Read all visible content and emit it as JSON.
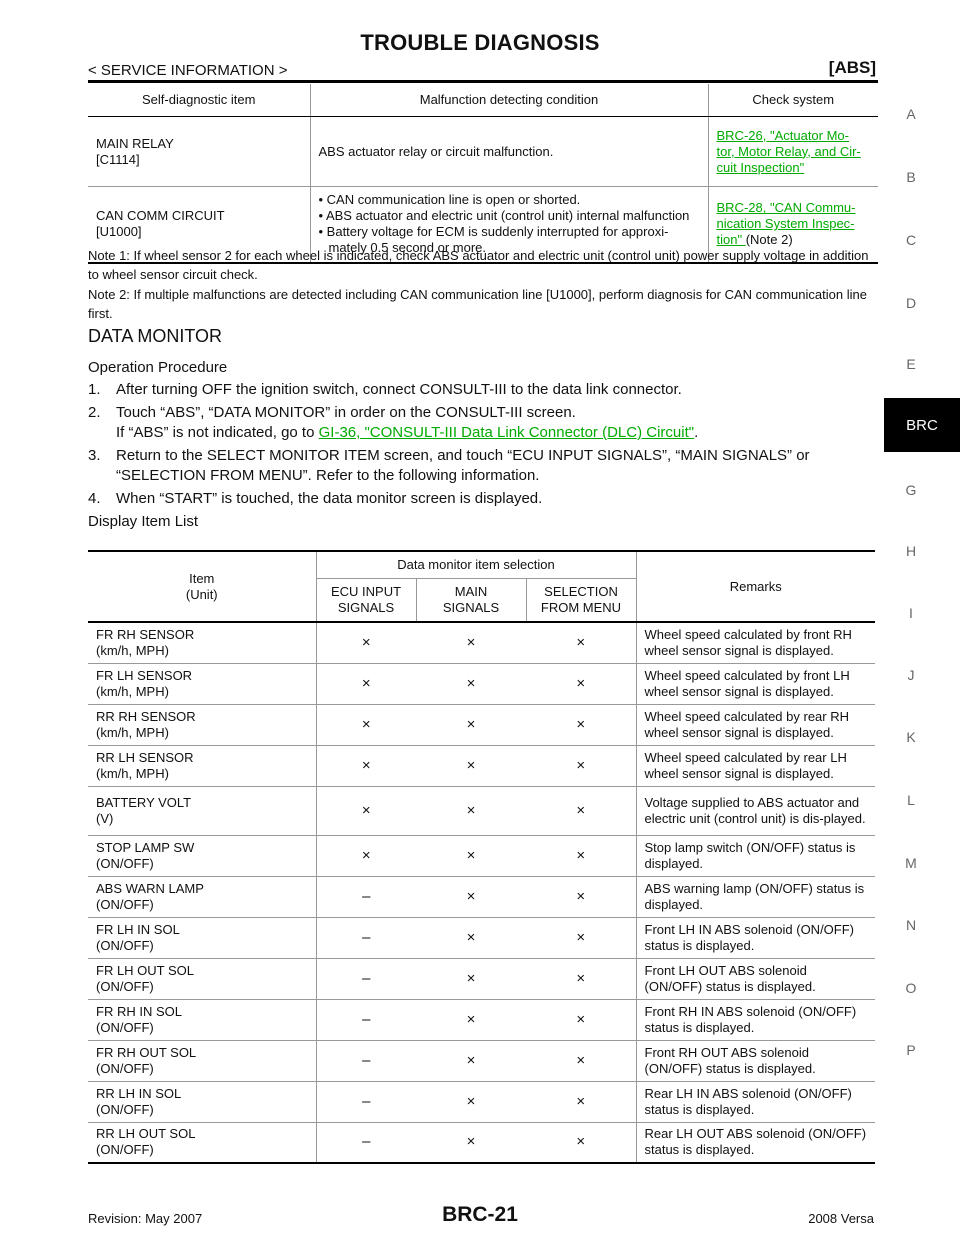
{
  "header": {
    "title": "TROUBLE DIAGNOSIS",
    "breadcrumb": "< SERVICE INFORMATION >",
    "section": "[ABS]"
  },
  "side_index": {
    "letters": [
      "A",
      "B",
      "C",
      "D",
      "E",
      "BRC",
      "G",
      "H",
      "I",
      "J",
      "K",
      "L",
      "M",
      "N",
      "O",
      "P"
    ],
    "active": "BRC"
  },
  "diag_table": {
    "headers": [
      "Self-diagnostic item",
      "Malfunction detecting condition",
      "Check system"
    ],
    "rows": [
      {
        "item_line1": "MAIN RELAY",
        "item_line2": "[C1114]",
        "condition": "ABS actuator relay or circuit malfunction.",
        "check_l1": "BRC-26, \"Actuator Mo-",
        "check_l2": "tor, Motor Relay, and Cir-",
        "check_l3": "cuit Inspection\"",
        "check_note": ""
      },
      {
        "item_line1": "CAN COMM CIRCUIT",
        "item_line2": "[U1000]",
        "cond_b1": "CAN communication line is open or shorted.",
        "cond_b2": "ABS actuator and electric unit (control unit) internal malfunction",
        "cond_b3": "Battery voltage for ECM is suddenly interrupted for approxi-",
        "cond_b3b": "mately 0.5 second or more.",
        "check_l1": "BRC-28, \"CAN Commu-",
        "check_l2": "nication System Inspec-",
        "check_l3": "tion\"",
        "check_note": " (Note 2)"
      }
    ]
  },
  "notes": {
    "note1": "Note 1: If wheel sensor 2 for each wheel is indicated, check ABS actuator and electric unit (control unit) power supply voltage in addition to wheel sensor circuit check.",
    "note2": "Note 2: If multiple malfunctions are detected including CAN communication line [U1000], perform diagnosis for CAN communication line first."
  },
  "data_monitor": {
    "heading": "DATA MONITOR",
    "subheading": "Operation Procedure",
    "steps": [
      {
        "num": "1.",
        "text": "After turning OFF the ignition switch, connect CONSULT-III to the data link connector."
      },
      {
        "num": "2.",
        "text": "Touch “ABS”, “DATA MONITOR” in order on the CONSULT-III screen.",
        "text2": "If “ABS” is not indicated, go to ",
        "link": "GI-36, \"CONSULT-III Data Link Connector (DLC) Circuit\"",
        "tail": "."
      },
      {
        "num": "3.",
        "text": "Return to the SELECT MONITOR ITEM screen, and touch “ECU INPUT SIGNALS”, “MAIN SIGNALS” or “SELECTION FROM MENU”. Refer to the following information."
      },
      {
        "num": "4.",
        "text": "When “START” is touched, the data monitor screen is displayed."
      }
    ],
    "list_title": "Display Item List"
  },
  "display_table": {
    "head_item": "Item\n(Unit)",
    "head_selection": "Data monitor item selection",
    "head_remarks": "Remarks",
    "head_ecu": "ECU INPUT\nSIGNALS",
    "head_main": "MAIN\nSIGNALS",
    "head_sel": "SELECTION\nFROM MENU",
    "rows": [
      {
        "item": "FR RH SENSOR\n  (km/h, MPH)",
        "ecu": "×",
        "main": "×",
        "sel": "×",
        "remarks": "Wheel speed calculated by front RH wheel sensor signal is displayed."
      },
      {
        "item": "FR LH SENSOR\n  (km/h, MPH)",
        "ecu": "×",
        "main": "×",
        "sel": "×",
        "remarks": "Wheel speed calculated by front LH wheel sensor signal is displayed."
      },
      {
        "item": "RR RH SENSOR\n  (km/h, MPH)",
        "ecu": "×",
        "main": "×",
        "sel": "×",
        "remarks": "Wheel speed calculated by rear RH wheel sensor signal is displayed."
      },
      {
        "item": "RR LH SENSOR\n  (km/h, MPH)",
        "ecu": "×",
        "main": "×",
        "sel": "×",
        "remarks": "Wheel speed calculated by rear LH wheel sensor signal is displayed."
      },
      {
        "item": "BATTERY VOLT\n(V)",
        "ecu": "×",
        "main": "×",
        "sel": "×",
        "remarks": "Voltage supplied to ABS actuator and electric unit (control unit) is dis-played."
      },
      {
        "item": "STOP LAMP SW\n(ON/OFF)",
        "ecu": "×",
        "main": "×",
        "sel": "×",
        "remarks": "Stop lamp switch (ON/OFF) status is displayed."
      },
      {
        "item": "ABS WARN LAMP\n(ON/OFF)",
        "ecu": "–",
        "main": "×",
        "sel": "×",
        "remarks": "ABS warning lamp (ON/OFF) status is displayed."
      },
      {
        "item": "FR LH IN SOL\n(ON/OFF)",
        "ecu": "–",
        "main": "×",
        "sel": "×",
        "remarks": "Front LH IN ABS solenoid (ON/OFF) status is displayed."
      },
      {
        "item": "FR LH OUT SOL\n(ON/OFF)",
        "ecu": "–",
        "main": "×",
        "sel": "×",
        "remarks": "Front LH OUT ABS solenoid (ON/OFF) status is displayed."
      },
      {
        "item": "FR RH IN SOL\n(ON/OFF)",
        "ecu": "–",
        "main": "×",
        "sel": "×",
        "remarks": "Front RH IN ABS solenoid (ON/OFF) status is displayed."
      },
      {
        "item": "FR RH OUT SOL\n(ON/OFF)",
        "ecu": "–",
        "main": "×",
        "sel": "×",
        "remarks": "Front RH OUT ABS solenoid (ON/OFF) status is displayed."
      },
      {
        "item": "RR LH IN SOL\n(ON/OFF)",
        "ecu": "–",
        "main": "×",
        "sel": "×",
        "remarks": "Rear LH IN ABS solenoid (ON/OFF) status is displayed."
      },
      {
        "item": "RR LH OUT SOL\n(ON/OFF)",
        "ecu": "–",
        "main": "×",
        "sel": "×",
        "remarks": "Rear LH OUT ABS solenoid (ON/OFF) status is displayed."
      }
    ]
  },
  "footer": {
    "revision": "Revision: May 2007",
    "page": "BRC-21",
    "model": "2008 Versa"
  },
  "colors": {
    "link": "#00aa00",
    "side_active_bg": "#000000",
    "side_letters": "#666666"
  }
}
